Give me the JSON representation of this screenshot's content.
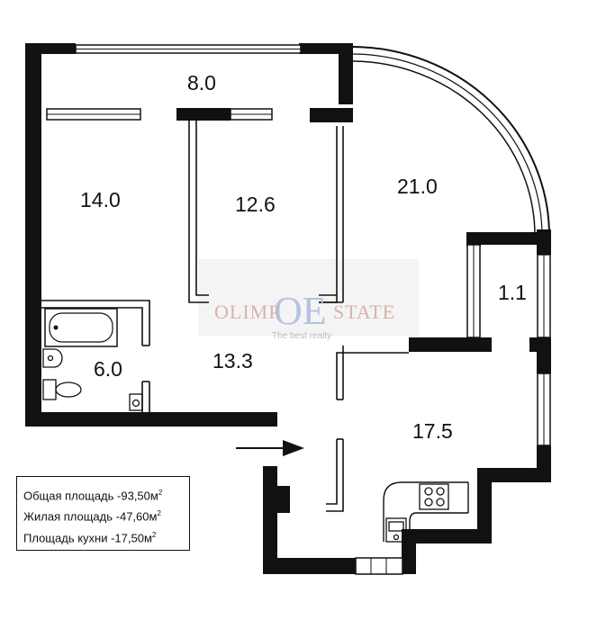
{
  "rooms": [
    {
      "id": "top-strip",
      "area": "8.0"
    },
    {
      "id": "bedroom-left",
      "area": "14.0"
    },
    {
      "id": "bedroom-middle",
      "area": "12.6"
    },
    {
      "id": "living-room",
      "area": "21.0"
    },
    {
      "id": "small-balcony",
      "area": "1.1"
    },
    {
      "id": "bathroom",
      "area": "6.0"
    },
    {
      "id": "hall",
      "area": "13.3"
    },
    {
      "id": "kitchen",
      "area": "17.5"
    }
  ],
  "summary": {
    "total": {
      "text": "Общая площадь -93,50м",
      "sup": "2"
    },
    "living": {
      "text": "Жилая площадь -47,60м",
      "sup": "2"
    },
    "kitchen": {
      "text": "Площадь кухни -17,50м",
      "sup": "2"
    }
  },
  "watermark": {
    "monogram": "OE",
    "left": "OLIMP",
    "right": "STATE",
    "tagline": "The best realty"
  },
  "colors": {
    "wall": "#111111",
    "window": "#ffffff",
    "watermark_text": "#d9b3aa",
    "watermark_monogram": "#b3c2e3"
  },
  "icons": [
    "bathtub-icon",
    "sink-icon",
    "toilet-icon",
    "washbasin-icon",
    "stove-icon",
    "kitchen-sink-icon",
    "entrance-arrow-icon"
  ]
}
